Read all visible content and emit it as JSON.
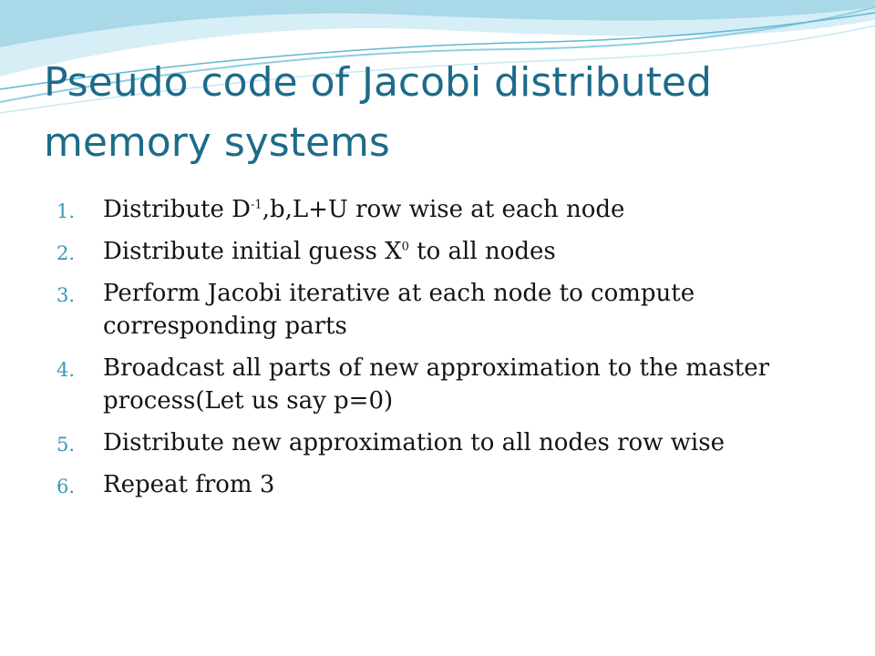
{
  "slide": {
    "title": "Pseudo code of Jacobi distributed memory systems",
    "items": [
      {
        "num": "1.",
        "parts": [
          "Distribute D",
          "-1",
          ",b,L+U row wise at each node"
        ]
      },
      {
        "num": "2.",
        "parts": [
          "Distribute initial guess X",
          "0",
          " to all nodes"
        ]
      },
      {
        "num": "3.",
        "text": "Perform Jacobi iterative at each node to compute corresponding parts"
      },
      {
        "num": "4.",
        "text": "Broadcast all parts of new approximation to the master process(Let us say p=0)"
      },
      {
        "num": "5.",
        "text": "Distribute new approximation to all nodes row wise"
      },
      {
        "num": "6.",
        "text": "Repeat from 3"
      }
    ]
  },
  "colors": {
    "title": "#1d6b8a",
    "numbering": "#3a97b3",
    "body_text": "#141414",
    "wave_light": "#d6eef6",
    "wave_mid": "#a9d8e8",
    "wave_dark": "#5fb7d2"
  }
}
